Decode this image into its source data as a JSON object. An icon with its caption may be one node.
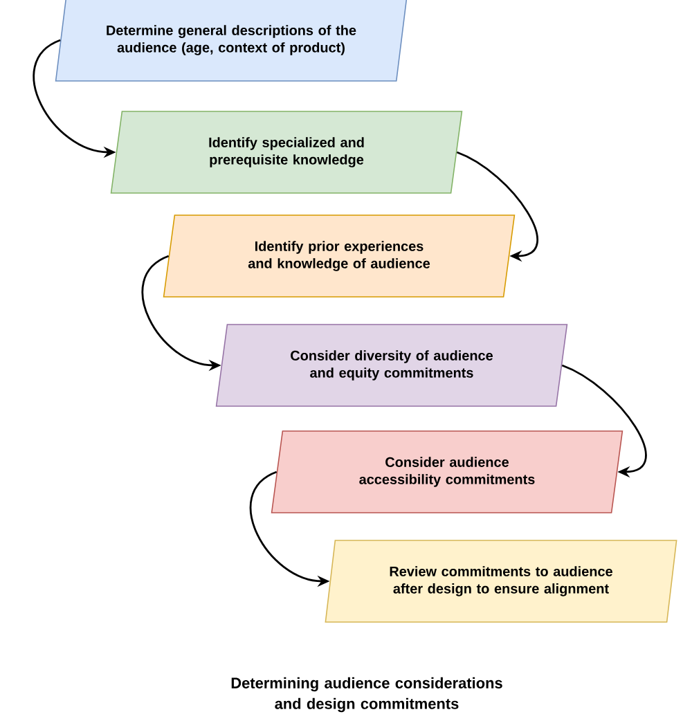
{
  "diagram": {
    "title": "Determining audience considerations and design commitments",
    "nodes": [
      {
        "text": [
          "Determine general descriptions of the audience (age, context of product)"
        ]
      },
      {
        "text": [
          "Identify specialized and prerequisite knowledge"
        ]
      },
      {
        "text": [
          "Identify prior experiences and knowledge of audience"
        ]
      },
      {
        "text": [
          "Consider diversity of audience and equity commitments"
        ]
      },
      {
        "text": [
          "Consider audience accessibility commitments"
        ]
      },
      {
        "text": [
          "Review commitments to audience after design to ensure alignment"
        ]
      }
    ],
    "edges": [
      {
        "from": 0,
        "to": 1,
        "arrow": "to"
      },
      {
        "from": 1,
        "to": 2,
        "arrow": "to"
      },
      {
        "from": 2,
        "to": 3,
        "arrow": "to"
      },
      {
        "from": 3,
        "to": 4,
        "arrow": "to"
      },
      {
        "from": 4,
        "to": 5,
        "arrow": "to"
      }
    ]
  }
}
